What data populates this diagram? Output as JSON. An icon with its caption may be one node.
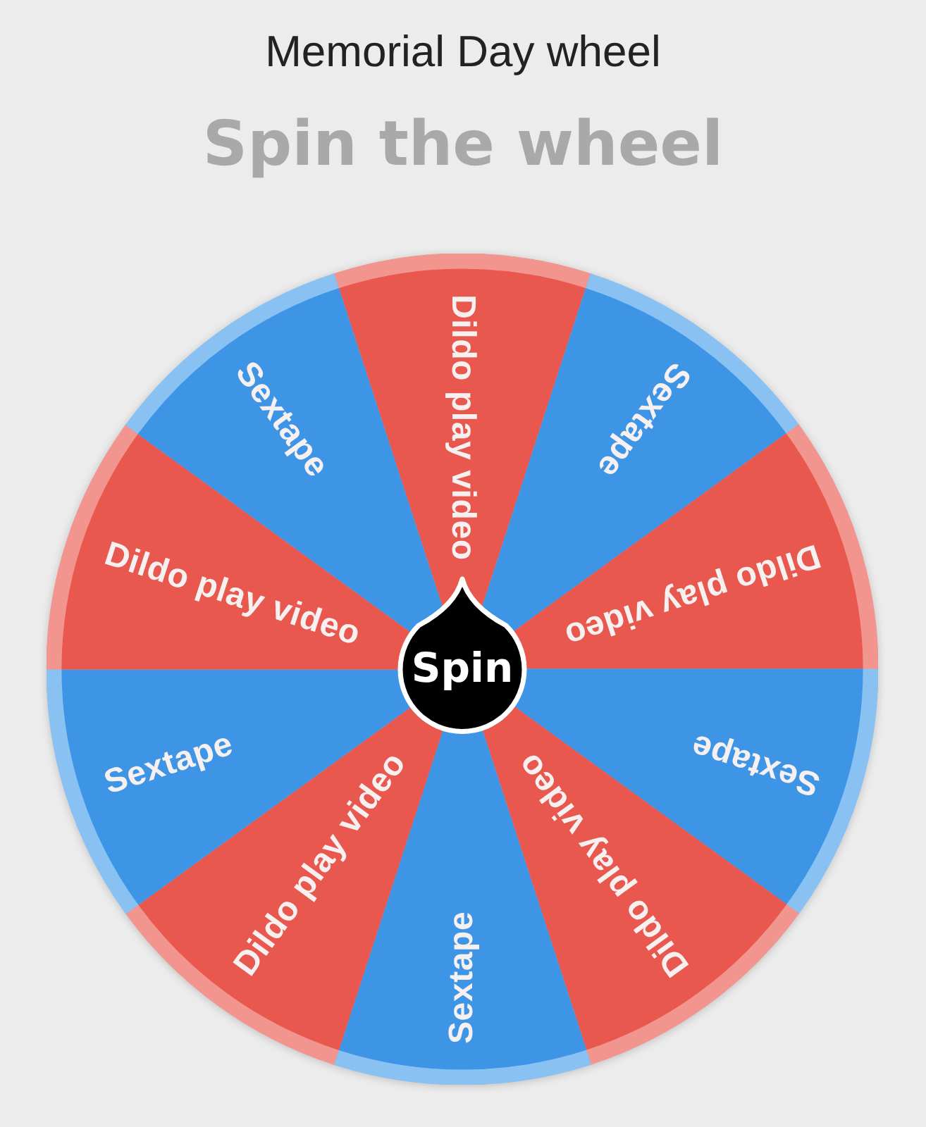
{
  "diagram": {
    "title": "Memorial Day wheel",
    "nodes": [
      {
        "text": [
          "Dildo play video"
        ]
      },
      {
        "text": [
          "Sextape"
        ]
      },
      {
        "text": [
          "Dildo play video"
        ]
      },
      {
        "text": [
          "Sextape"
        ]
      },
      {
        "text": [
          "Dildo play video"
        ]
      },
      {
        "text": [
          "Sextape"
        ]
      },
      {
        "text": [
          "Dildo play video"
        ]
      },
      {
        "text": [
          "Sextape"
        ]
      },
      {
        "text": [
          "Dildo play video"
        ]
      },
      {
        "text": [
          "Sextape"
        ]
      },
      {
        "text": [
          "Spin"
        ]
      }
    ],
    "labels": [
      "Spin the wheel"
    ]
  }
}
